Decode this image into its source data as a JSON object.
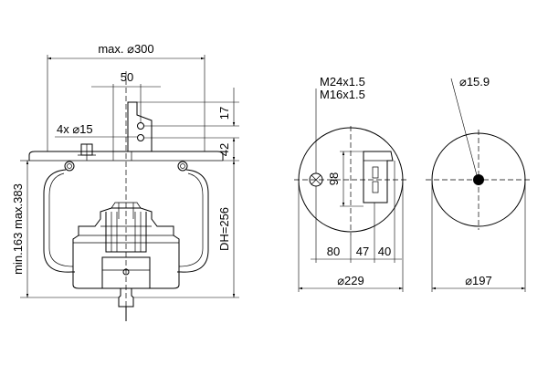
{
  "side_view": {
    "max_diameter": "max. ⌀300",
    "bolt_spacing": "50",
    "bolt_holes": "4x  ⌀15",
    "dim_top": "17",
    "dim_mid": "42",
    "design_height": "DH=256",
    "height_range": "min.163 max.383"
  },
  "top_view": {
    "thread_upper": "M24x1.5",
    "thread_lower": "M16x1.5",
    "dim_98": "98",
    "dim_80": "80",
    "dim_47": "47",
    "dim_40": "40",
    "diameter": "⌀229"
  },
  "bottom_view": {
    "hole_diameter": "⌀15.9",
    "diameter": "⌀197"
  }
}
